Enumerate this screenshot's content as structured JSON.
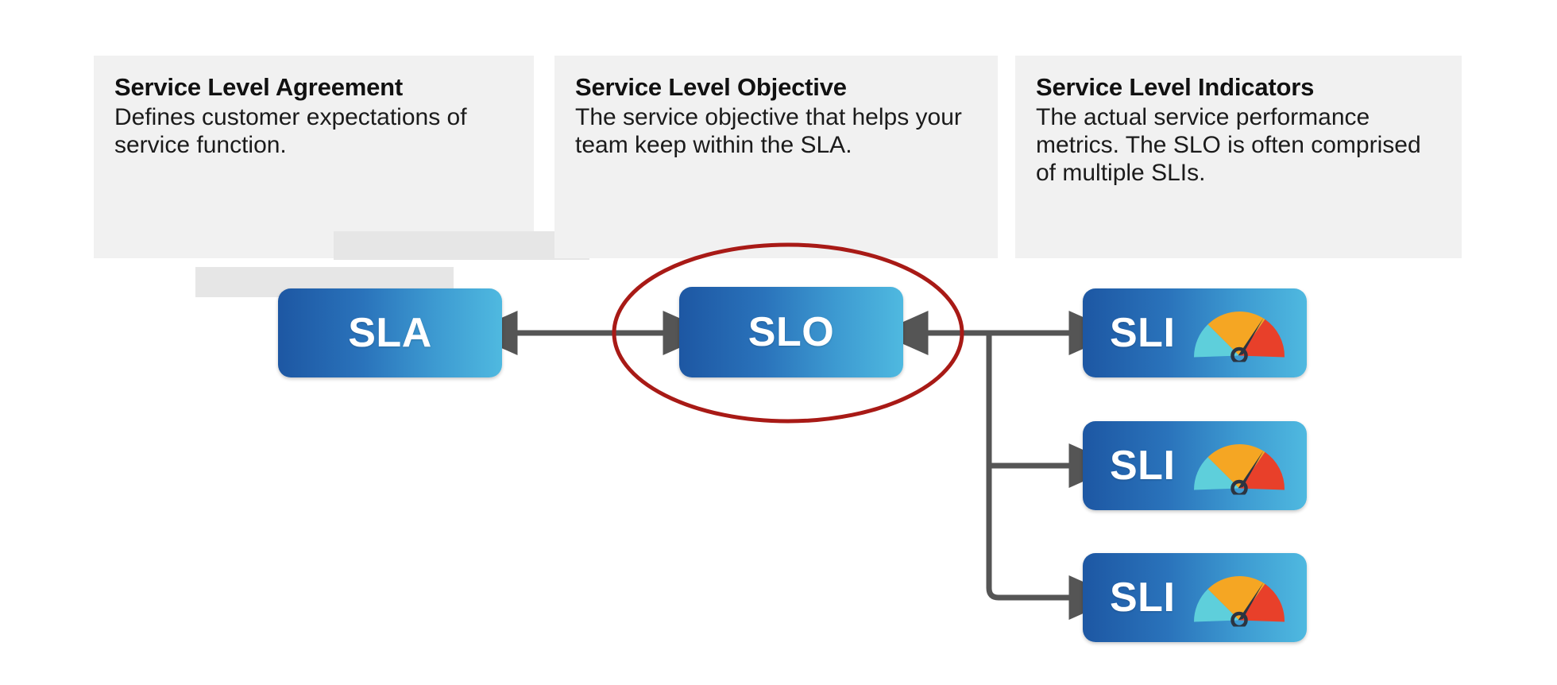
{
  "diagram": {
    "title": "SLA SLO SLI relationship diagram",
    "background_color": "#ffffff"
  },
  "panels": [
    {
      "id": "sla",
      "title": "Service Level Agreement",
      "body": "Defines customer expectations of service function.",
      "background_color": "#f1f1f1",
      "has_redaction_bars": true
    },
    {
      "id": "slo",
      "title": "Service Level Objective",
      "body": "The service objective that helps your team keep within the SLA.",
      "background_color": "#f1f1f1",
      "has_redaction_bars": false
    },
    {
      "id": "sli",
      "title": "Service Level Indicators",
      "body": "The actual service performance metrics. The SLO is often comprised of multiple SLIs.",
      "background_color": "#f1f1f1",
      "has_redaction_bars": false
    }
  ],
  "badges": [
    {
      "id": "sla",
      "label": "SLA",
      "icon": null
    },
    {
      "id": "slo",
      "label": "SLO",
      "icon": null
    },
    {
      "id": "sli-1",
      "label": "SLI",
      "icon": "gauge-icon"
    },
    {
      "id": "sli-2",
      "label": "SLI",
      "icon": "gauge-icon"
    },
    {
      "id": "sli-3",
      "label": "SLI",
      "icon": "gauge-icon"
    }
  ],
  "colors": {
    "badge_gradient_start": "#1d57a3",
    "badge_gradient_end": "#4fb9e0",
    "badge_text": "#ffffff",
    "connector": "#555555",
    "highlight_ellipse": "#a81a16",
    "panel_background": "#f1f1f1",
    "panel_title_text": "#111111",
    "panel_body_text": "#1b1b1b",
    "gauge_teal": "#5ecfdb",
    "gauge_orange": "#f5a623",
    "gauge_red": "#e8402a",
    "gauge_needle": "#2b3441"
  },
  "annotations": {
    "highlight": {
      "target": "SLO",
      "shape": "ellipse",
      "stroke_color": "#a81a16"
    }
  },
  "connectors": [
    {
      "from": "SLA",
      "to": "SLO",
      "type": "double-arrow"
    },
    {
      "from": "SLO",
      "to": "SLI branch",
      "type": "double-arrow"
    },
    {
      "from": "branch",
      "to": "SLI 1",
      "type": "arrow"
    },
    {
      "from": "branch",
      "to": "SLI 2",
      "type": "arrow"
    },
    {
      "from": "branch",
      "to": "SLI 3",
      "type": "arrow"
    }
  ]
}
